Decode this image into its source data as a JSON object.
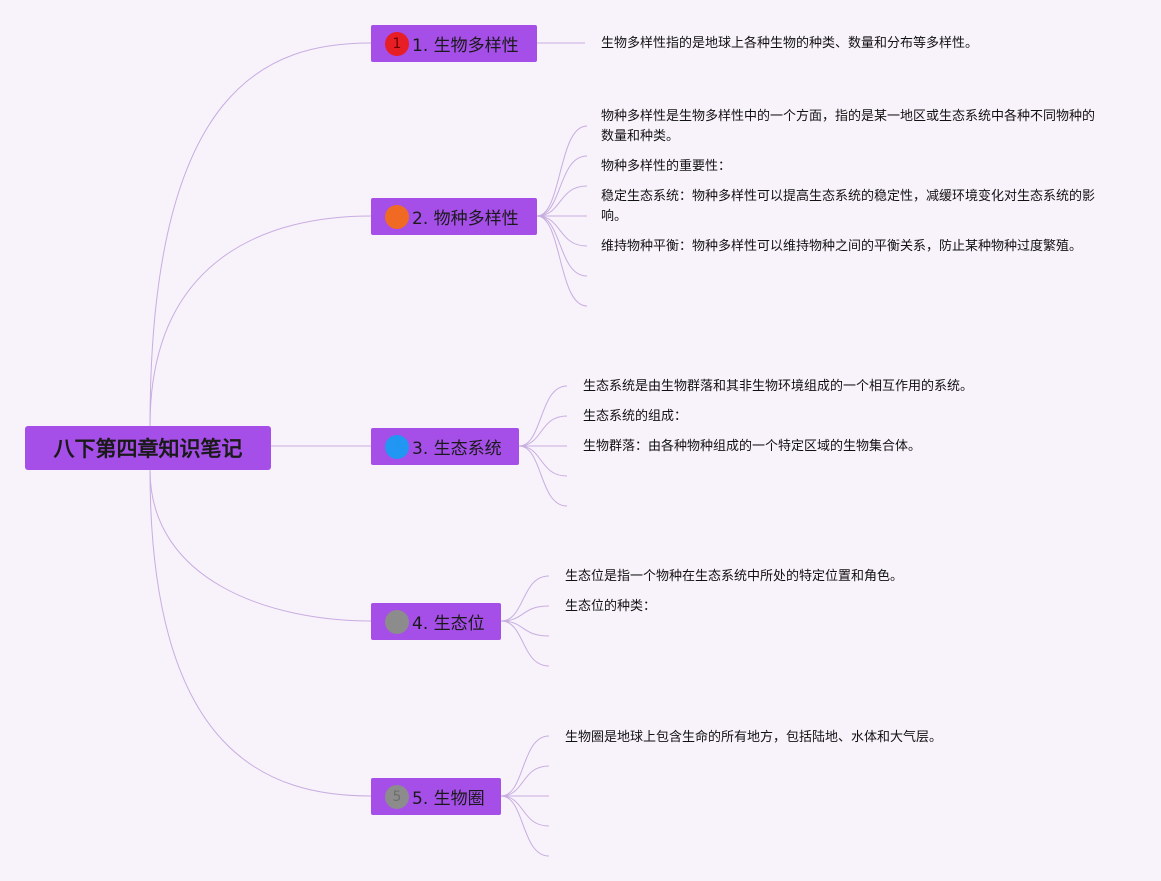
{
  "root": {
    "label": "八下第四章知识笔记"
  },
  "branches": [
    {
      "number": "1",
      "label": "1. 生物多样性",
      "badge_color": "#e81e25",
      "badge_text_color": "#6b0000",
      "notes": [
        "生物多样性指的是地球上各种生物的种类、数量和分布等多样性。"
      ]
    },
    {
      "number": "2",
      "label": "2. 物种多样性",
      "badge_color": "#f06a24",
      "badge_text_color": "#f06a24",
      "notes": [
        "物种多样性是生物多样性中的一个方面，指的是某一地区或生态系统中各种不同物种的数量和种类。",
        "物种多样性的重要性：",
        "稳定生态系统：物种多样性可以提高生态系统的稳定性，减缓环境变化对生态系统的影响。",
        "维持物种平衡：物种多样性可以维持物种之间的平衡关系，防止某种物种过度繁殖。"
      ]
    },
    {
      "number": "3",
      "label": "3. 生态系统",
      "badge_color": "#2196f3",
      "badge_text_color": "#2196f3",
      "notes": [
        "生态系统是由生物群落和其非生物环境组成的一个相互作用的系统。",
        "生态系统的组成：",
        "生物群落：由各种物种组成的一个特定区域的生物集合体。"
      ]
    },
    {
      "number": "4",
      "label": "4. 生态位",
      "badge_color": "#8c8c8c",
      "badge_text_color": "#8c8c8c",
      "notes": [
        "生态位是指一个物种在生态系统中所处的特定位置和角色。",
        "生态位的种类："
      ]
    },
    {
      "number": "5",
      "label": "5. 生物圈",
      "badge_color": "#8c8c8c",
      "badge_text_color": "#6e6e6e",
      "notes": [
        "生物圈是地球上包含生命的所有地方，包括陆地、水体和大气层。"
      ]
    }
  ],
  "colors": {
    "node_fill": "#a54ee8",
    "connector": "#c7aee0",
    "background": "#f8f2fb"
  }
}
